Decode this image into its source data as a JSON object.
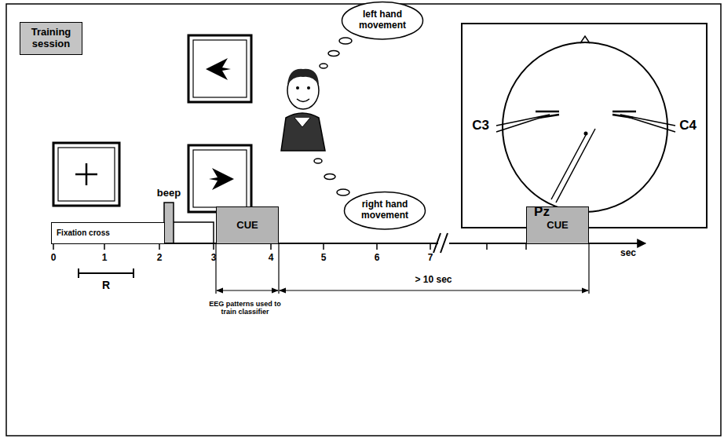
{
  "diagram": {
    "nodes": [
      {
        "text": [
          "Training session"
        ]
      },
      {
        "text": [
          "left hand movement"
        ]
      },
      {
        "text": [
          "right hand movement"
        ]
      },
      {
        "text": [
          "Fixation cross"
        ]
      },
      {
        "text": [
          "CUE"
        ]
      },
      {
        "text": [
          "CUE"
        ]
      }
    ],
    "labels": [
      "beep",
      "C3",
      "C4",
      "Pz",
      "0",
      "1",
      "2",
      "3",
      "4",
      "5",
      "6",
      "7",
      "sec",
      "R",
      "EEG patterns used to train classifier",
      "> 10 sec"
    ]
  }
}
